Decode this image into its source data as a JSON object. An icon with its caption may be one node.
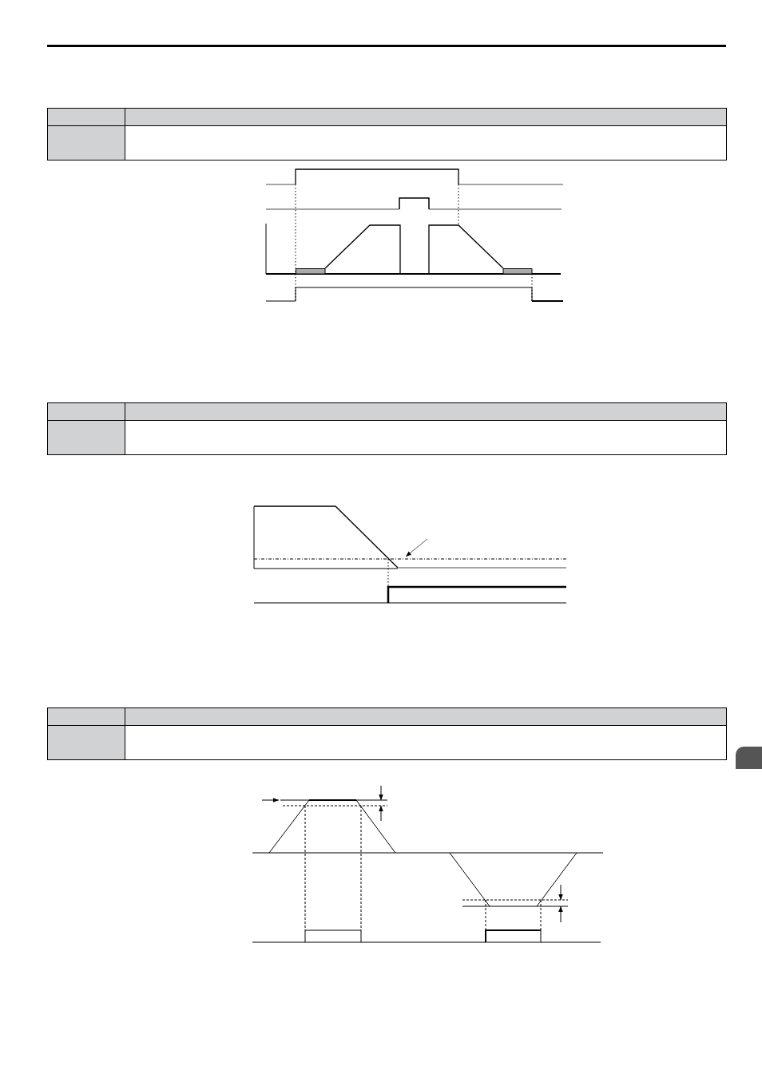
{
  "diagram": {
    "nodes": [
      {
        "text": [],
        "shape": "table"
      },
      {
        "text": [],
        "shape": "box",
        "in": 0
      },
      {
        "text": [],
        "shape": "box",
        "in": 0
      },
      {
        "text": [],
        "shape": "box",
        "in": 0
      },
      {
        "text": [],
        "shape": "box",
        "in": 0
      },
      {
        "text": [],
        "shape": "box",
        "in": 0
      },
      {
        "text": [],
        "shape": "box",
        "in": 0
      },
      {
        "text": [],
        "shape": "table"
      },
      {
        "text": [],
        "shape": "box",
        "in": 7
      },
      {
        "text": [],
        "shape": "box",
        "in": 7
      },
      {
        "text": [],
        "shape": "box",
        "in": 7
      },
      {
        "text": [],
        "shape": "box",
        "in": 7
      },
      {
        "text": [],
        "shape": "box",
        "in": 7
      },
      {
        "text": [],
        "shape": "box",
        "in": 7
      },
      {
        "text": [],
        "shape": "table"
      },
      {
        "text": [],
        "shape": "box",
        "in": 14
      },
      {
        "text": [],
        "shape": "box",
        "in": 14
      },
      {
        "text": [],
        "shape": "box",
        "in": 14
      },
      {
        "text": [],
        "shape": "box",
        "in": 14
      },
      {
        "text": [],
        "shape": "box",
        "in": 14
      },
      {
        "text": [],
        "shape": "box",
        "in": 14
      }
    ]
  }
}
